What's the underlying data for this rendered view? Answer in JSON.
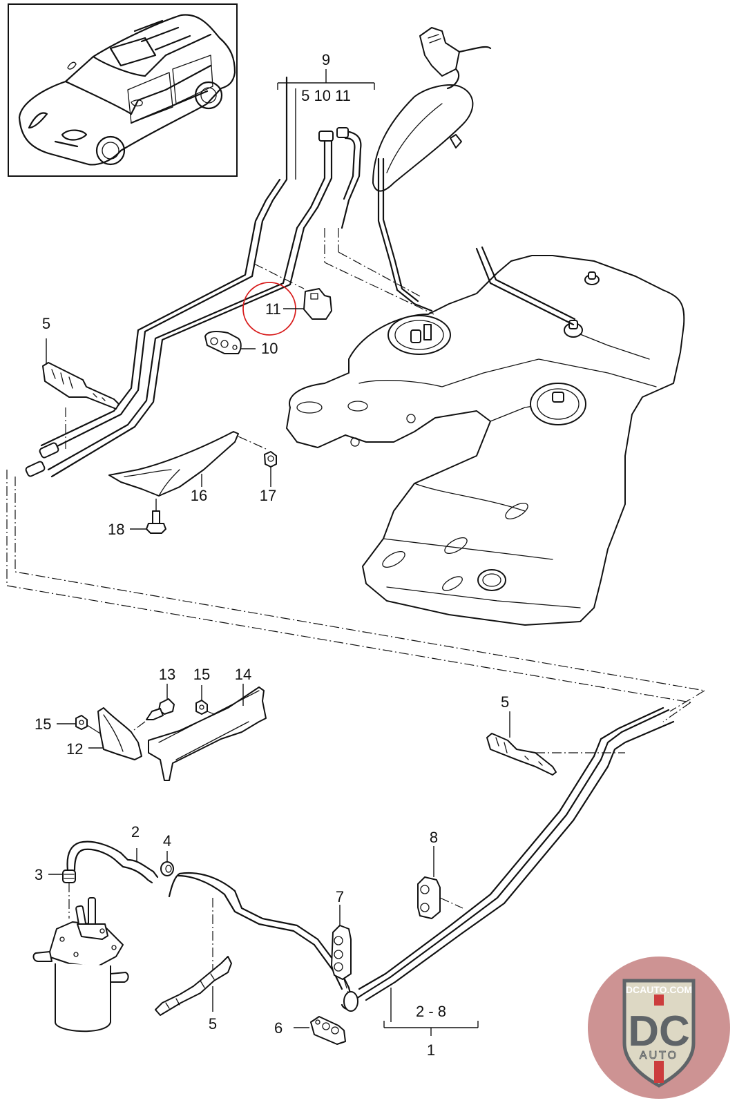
{
  "diagram": {
    "subject": "Fuel tank and fuel lines exploded parts diagram",
    "vehicle_thumbnail": "suv-line-drawing",
    "callouts": [
      {
        "id": "c1",
        "label": "1"
      },
      {
        "id": "c2",
        "label": "2"
      },
      {
        "id": "c3",
        "label": "3"
      },
      {
        "id": "c4",
        "label": "4"
      },
      {
        "id": "c5a",
        "label": "5"
      },
      {
        "id": "c5b",
        "label": "5"
      },
      {
        "id": "c5c",
        "label": "5"
      },
      {
        "id": "c6",
        "label": "6"
      },
      {
        "id": "c7",
        "label": "7"
      },
      {
        "id": "c8",
        "label": "8"
      },
      {
        "id": "c9",
        "label": "9"
      },
      {
        "id": "c10",
        "label": "10"
      },
      {
        "id": "c11",
        "label": "11"
      },
      {
        "id": "c12",
        "label": "12"
      },
      {
        "id": "c13",
        "label": "13"
      },
      {
        "id": "c14",
        "label": "14"
      },
      {
        "id": "c15a",
        "label": "15"
      },
      {
        "id": "c15b",
        "label": "15"
      },
      {
        "id": "c16",
        "label": "16"
      },
      {
        "id": "c17",
        "label": "17"
      },
      {
        "id": "c18",
        "label": "18"
      }
    ],
    "groups": {
      "group9_sub": "5 10 11",
      "group1_sub": "2 - 8"
    },
    "highlighted_part": "11",
    "highlight_color": "#d81c1c"
  },
  "watermark": {
    "top_text": "DCAUTO.COM",
    "main_text": "DC",
    "sub_text": "AUTO",
    "colors": {
      "circle": "#c98a8a",
      "shield": "#ddd8c4",
      "letters": "#5f6468",
      "stripe": "#cc3d3d"
    }
  }
}
